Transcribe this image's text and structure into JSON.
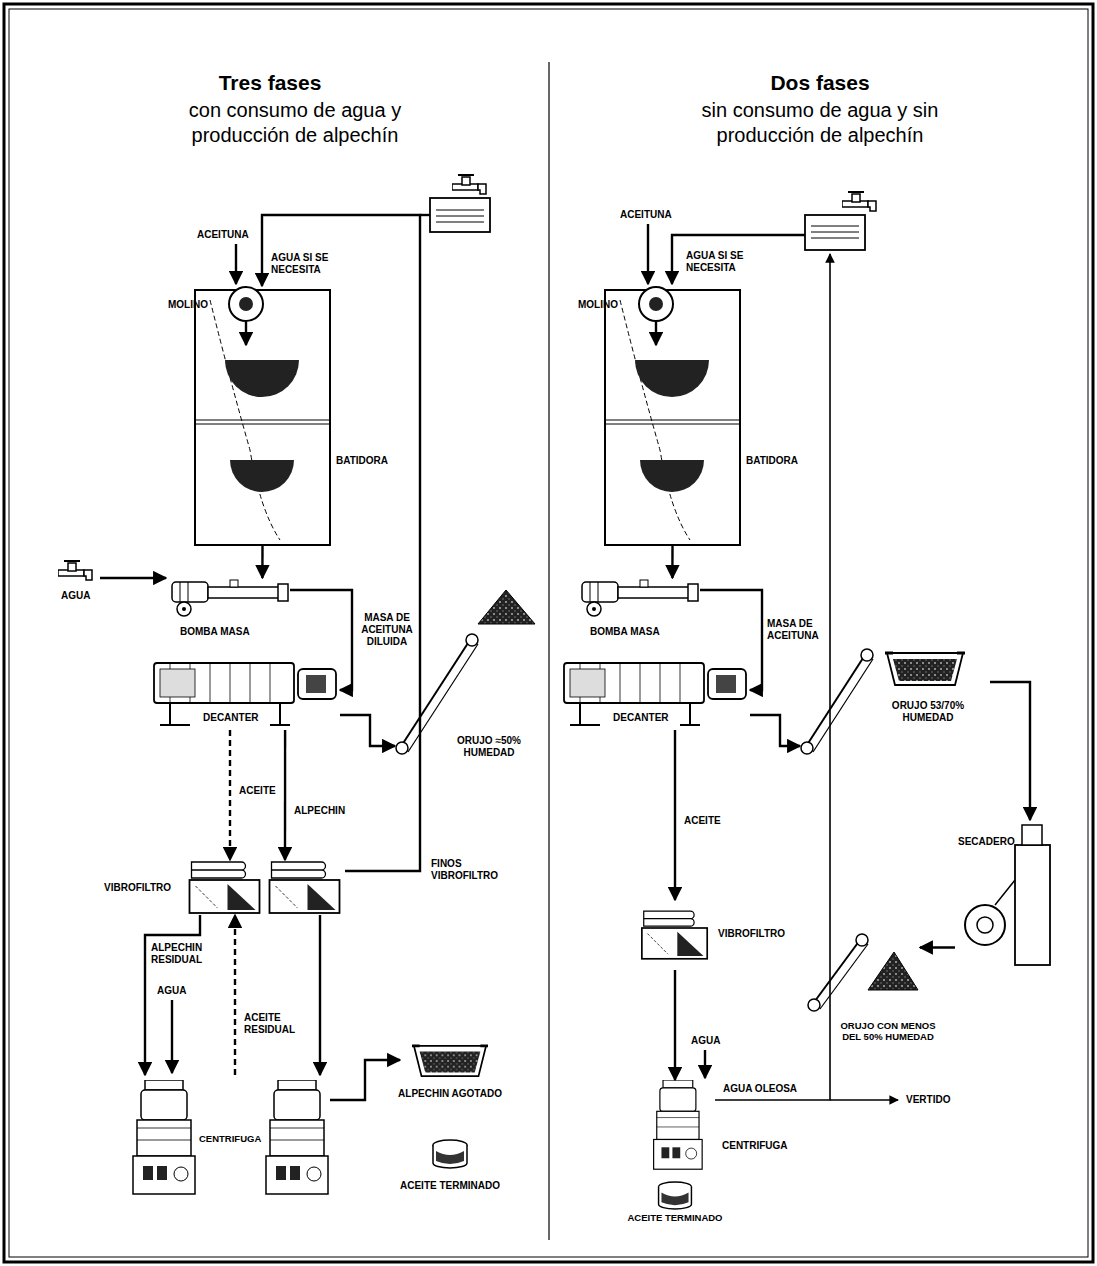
{
  "diagram": {
    "nodes": [
      {
        "text": [
          "Tres fases",
          "con consumo de agua y producción de alpechín"
        ]
      },
      {
        "text": [
          "MOLINO"
        ],
        "in": 0
      },
      {
        "text": [
          "BATIDORA"
        ],
        "in": 0
      },
      {
        "text": [
          "BOMBA MASA"
        ],
        "in": 0
      },
      {
        "text": [
          "DECANTER"
        ],
        "in": 0
      },
      {
        "text": [
          "ORUJO ≈50% HUMEDAD"
        ],
        "in": 0
      },
      {
        "text": [
          "VIBROFILTRO"
        ],
        "in": 0
      },
      {
        "text": [
          "CENTRIFUGA"
        ],
        "in": 0
      },
      {
        "text": [
          "ALPECHIN AGOTADO"
        ],
        "in": 0
      },
      {
        "text": [
          "ACEITE TERMINADO"
        ],
        "in": 0
      },
      {
        "text": [
          "Dos fases",
          "sin consumo de agua y sin producción de alpechín"
        ]
      },
      {
        "text": [
          "MOLINO"
        ],
        "in": 10
      },
      {
        "text": [
          "BATIDORA"
        ],
        "in": 10
      },
      {
        "text": [
          "BOMBA MASA"
        ],
        "in": 10
      },
      {
        "text": [
          "DECANTER"
        ],
        "in": 10
      },
      {
        "text": [
          "ORUJO 53/70% HUMEDAD"
        ],
        "in": 10
      },
      {
        "text": [
          "SECADERO"
        ],
        "in": 10
      },
      {
        "text": [
          "ORUJO CON MENOS DEL 50% HUMEDAD"
        ],
        "in": 10
      },
      {
        "text": [
          "VIBROFILTRO"
        ],
        "in": 10
      },
      {
        "text": [
          "CENTRIFUGA"
        ],
        "in": 10
      },
      {
        "text": [
          "ACEITE TERMINADO"
        ],
        "in": 10
      }
    ],
    "edges": [
      {
        "from": 1,
        "to": 2,
        "arrow": "to"
      },
      {
        "from": 2,
        "to": 3,
        "arrow": "to"
      },
      {
        "from": 3,
        "to": 4,
        "label": "MASA DE ACEITUNA DILUIDA",
        "arrow": "to"
      },
      {
        "from": 4,
        "to": 5,
        "arrow": "to"
      },
      {
        "from": 4,
        "to": 6,
        "label": "ACEITE",
        "arrow": "to"
      },
      {
        "from": 4,
        "to": 6,
        "label": "ALPECHIN",
        "arrow": "to"
      },
      {
        "from": 6,
        "to": 1,
        "label": "FINOS VIBROFILTRO",
        "arrow": "to"
      },
      {
        "from": 6,
        "to": 7,
        "label": "ALPECHIN RESIDUAL",
        "arrow": "to"
      },
      {
        "from": 7,
        "to": 6,
        "label": "ACEITE RESIDUAL",
        "arrow": "to"
      },
      {
        "from": 6,
        "to": 7,
        "arrow": "to"
      },
      {
        "from": 7,
        "to": 8,
        "arrow": "to"
      },
      {
        "from": 11,
        "to": 12,
        "arrow": "to"
      },
      {
        "from": 12,
        "to": 13,
        "arrow": "to"
      },
      {
        "from": 13,
        "to": 14,
        "label": "MASA DE ACEITUNA",
        "arrow": "to"
      },
      {
        "from": 14,
        "to": 15,
        "arrow": "to"
      },
      {
        "from": 15,
        "to": 16,
        "arrow": "to"
      },
      {
        "from": 16,
        "to": 17,
        "arrow": "to"
      },
      {
        "from": 14,
        "to": 18,
        "label": "ACEITE",
        "arrow": "to"
      },
      {
        "from": 18,
        "to": 19,
        "arrow": "to"
      }
    ],
    "labels": [
      "ACEITUNA",
      "AGUA SI SE NECESITA",
      "AGUA",
      "AGUA",
      "ACEITUNA",
      "AGUA SI SE NECESITA",
      "AGUA",
      "AGUA OLEOSA",
      "VERTIDO"
    ]
  }
}
